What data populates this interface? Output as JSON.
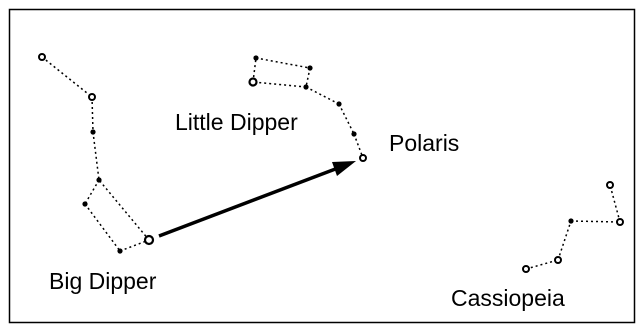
{
  "labels": {
    "big_dipper": "Big Dipper",
    "little_dipper": "Little Dipper",
    "polaris": "Polaris",
    "cassiopeia": "Cassiopeia"
  },
  "colors": {
    "ink": "#000000",
    "background": "#ffffff"
  }
}
